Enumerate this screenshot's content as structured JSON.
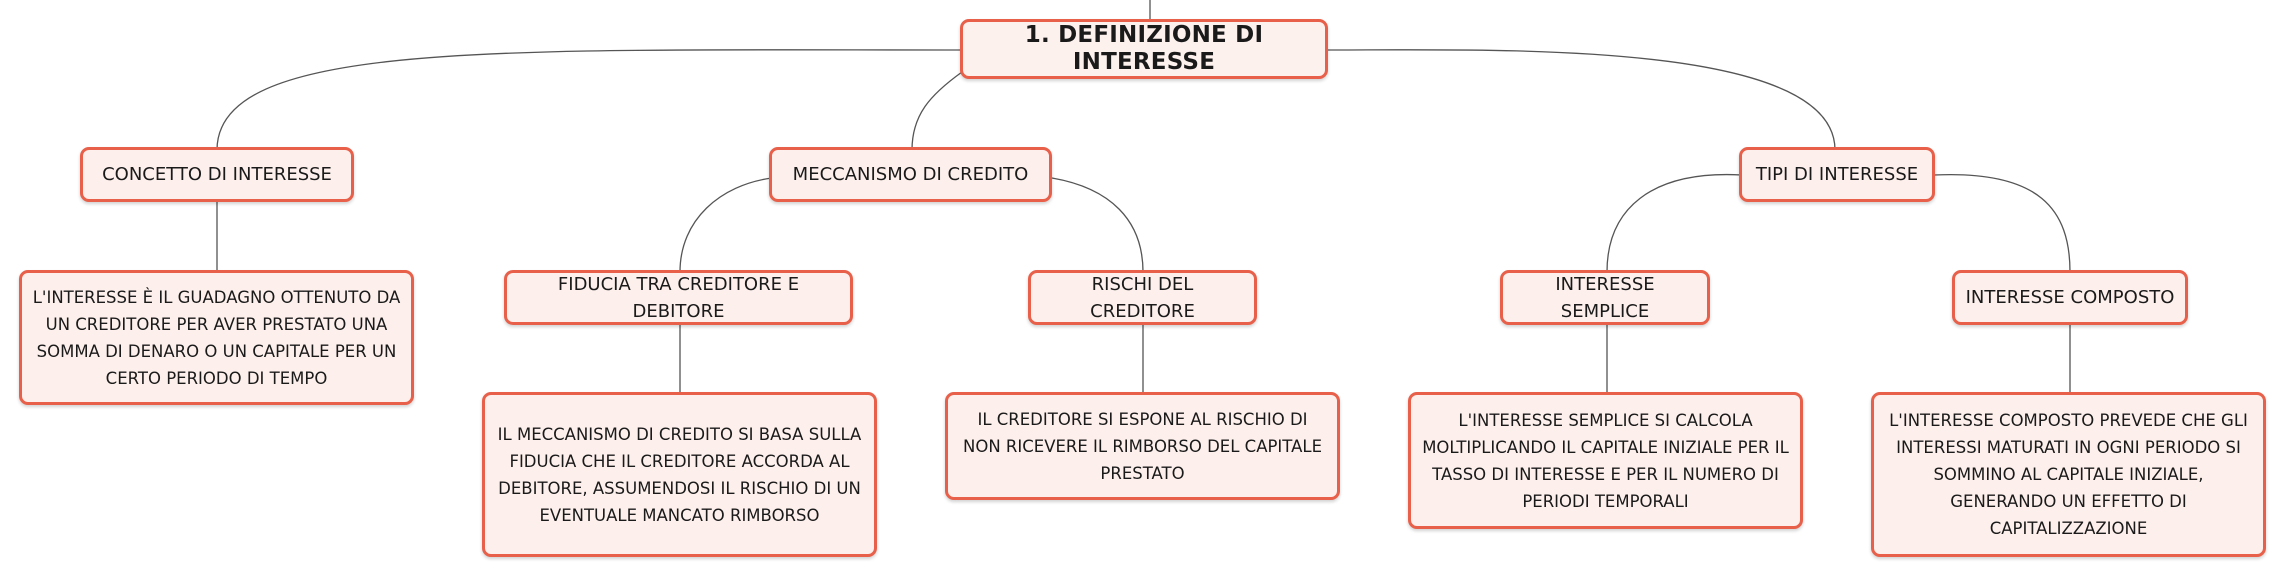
{
  "root": {
    "label": "1. DEFINIZIONE DI INTERESSE"
  },
  "branches": [
    {
      "label": "CONCETTO DI INTERESSE",
      "detail": "L'INTERESSE È IL GUADAGNO OTTENUTO DA UN CREDITORE PER AVER PRESTATO UNA SOMMA DI DENARO O UN CAPITALE PER UN CERTO PERIODO DI TEMPO"
    },
    {
      "label": "MECCANISMO DI CREDITO",
      "children": [
        {
          "label": "FIDUCIA TRA CREDITORE E DEBITORE",
          "detail": "IL MECCANISMO DI CREDITO SI BASA SULLA FIDUCIA CHE IL CREDITORE ACCORDA AL DEBITORE, ASSUMENDOSI IL RISCHIO DI UN EVENTUALE MANCATO RIMBORSO"
        },
        {
          "label": "RISCHI DEL CREDITORE",
          "detail": "IL CREDITORE SI ESPONE AL RISCHIO DI NON RICEVERE IL RIMBORSO DEL CAPITALE PRESTATO"
        }
      ]
    },
    {
      "label": "TIPI DI INTERESSE",
      "children": [
        {
          "label": "INTERESSE SEMPLICE",
          "detail": "L'INTERESSE SEMPLICE SI CALCOLA MOLTIPLICANDO IL CAPITALE INIZIALE PER IL TASSO DI INTERESSE E PER IL NUMERO DI PERIODI TEMPORALI"
        },
        {
          "label": "INTERESSE COMPOSTO",
          "detail": "L'INTERESSE COMPOSTO PREVEDE CHE GLI INTERESSI MATURATI IN OGNI PERIODO SI SOMMINO AL CAPITALE INIZIALE, GENERANDO UN EFFETTO DI CAPITALIZZAZIONE"
        }
      ]
    }
  ],
  "colors": {
    "node_border": "#e8604a",
    "node_fill": "#fdf0ec",
    "connector": "#555555"
  }
}
